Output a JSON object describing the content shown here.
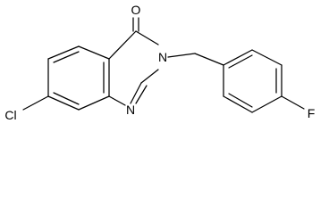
{
  "molecule": {
    "atoms": {
      "oxygen": "O",
      "nitrogen_3": "N",
      "nitrogen_1": "N",
      "chlorine": "Cl",
      "fluorine": "F"
    }
  },
  "colors": {
    "bond": "#000000",
    "label": "#000000",
    "background": "#ffffff"
  }
}
